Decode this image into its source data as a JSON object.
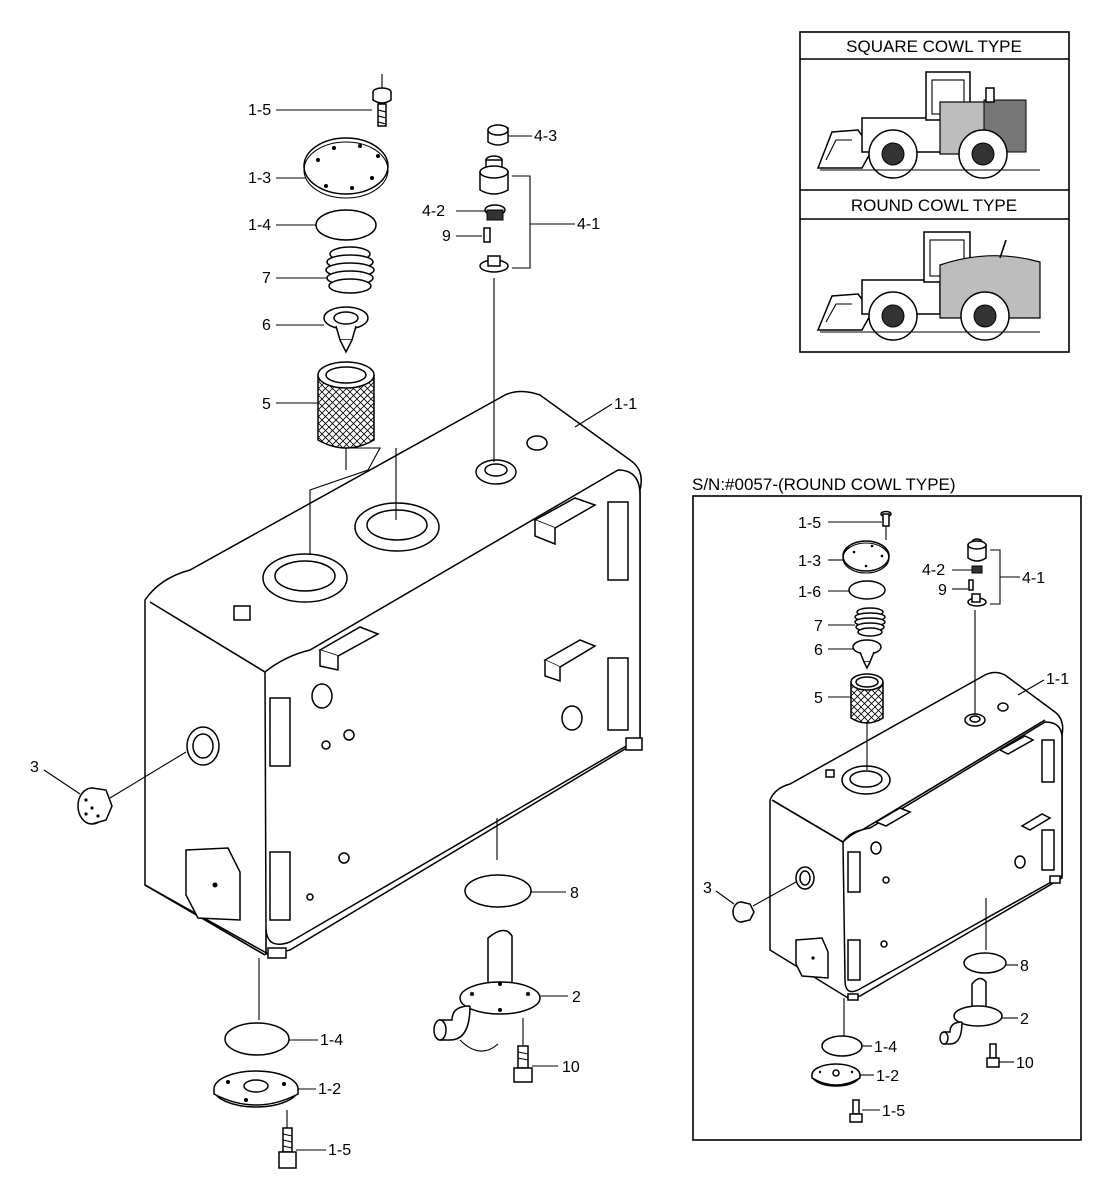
{
  "insets": {
    "square_cowl_title": "SQUARE COWL TYPE",
    "round_cowl_title": "ROUND COWL TYPE"
  },
  "sub_assembly": {
    "title": "S/N:#0057-(ROUND COWL TYPE)"
  },
  "main_labels": {
    "l_1_5_top": "1-5",
    "l_1_3": "1-3",
    "l_1_4_top": "1-4",
    "l_7": "7",
    "l_6": "6",
    "l_5": "5",
    "l_4_3": "4-3",
    "l_4_2": "4-2",
    "l_4_1": "4-1",
    "l_9": "9",
    "l_1_1": "1-1",
    "l_3": "3",
    "l_8": "8",
    "l_2": "2",
    "l_10": "10",
    "l_1_4_bottom": "1-4",
    "l_1_2": "1-2",
    "l_1_5_bottom": "1-5"
  },
  "sub_labels": {
    "s_1_5_top": "1-5",
    "s_1_3": "1-3",
    "s_1_6": "1-6",
    "s_7": "7",
    "s_6": "6",
    "s_5": "5",
    "s_4_2": "4-2",
    "s_9": "9",
    "s_4_1": "4-1",
    "s_1_1": "1-1",
    "s_3": "3",
    "s_8": "8",
    "s_2": "2",
    "s_10": "10",
    "s_1_4": "1-4",
    "s_1_2": "1-2",
    "s_1_5_bottom": "1-5"
  }
}
